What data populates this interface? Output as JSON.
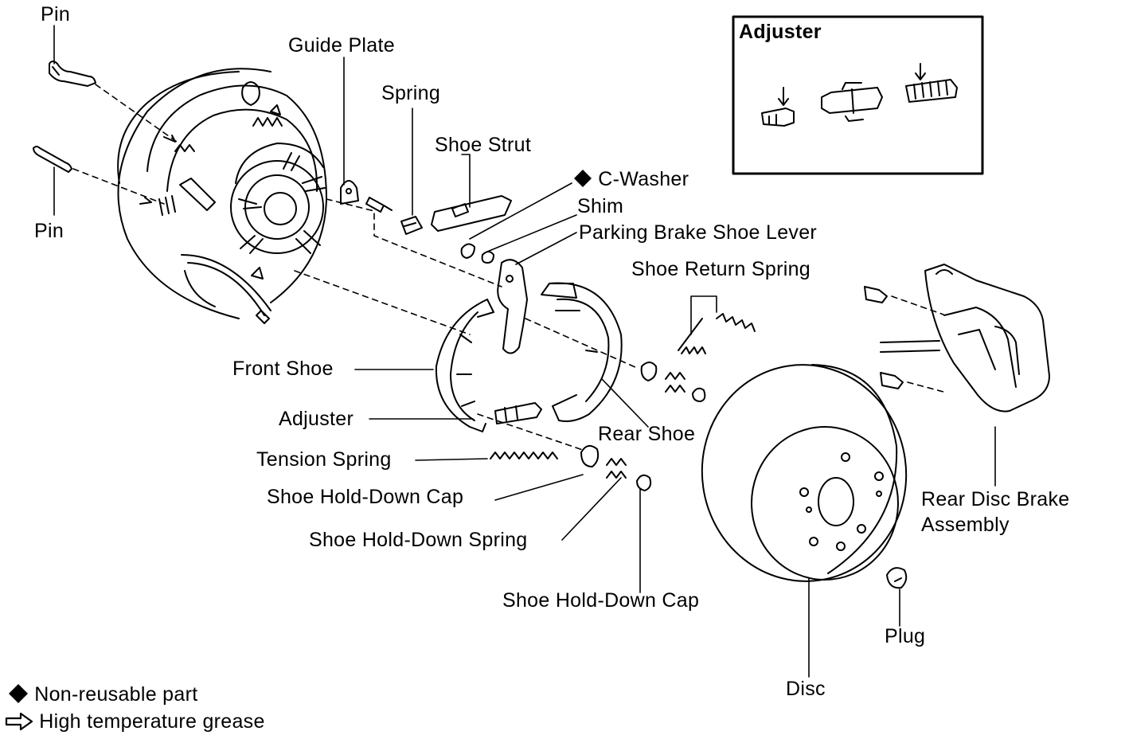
{
  "inset": {
    "title": "Adjuster"
  },
  "labels": {
    "pin_top": "Pin",
    "pin_left": "Pin",
    "guide_plate": "Guide Plate",
    "spring": "Spring",
    "shoe_strut": "Shoe Strut",
    "c_washer": "C-Washer",
    "shim": "Shim",
    "parking_brake_shoe_lever": "Parking Brake Shoe Lever",
    "shoe_return_spring": "Shoe Return Spring",
    "front_shoe": "Front Shoe",
    "adjuster": "Adjuster",
    "rear_shoe": "Rear Shoe",
    "tension_spring": "Tension Spring",
    "shoe_hold_down_cap_1": "Shoe Hold-Down Cap",
    "shoe_hold_down_spring": "Shoe Hold-Down Spring",
    "shoe_hold_down_cap_2": "Shoe Hold-Down Cap",
    "rear_disc_brake_assembly_line1": "Rear Disc Brake",
    "rear_disc_brake_assembly_line2": "Assembly",
    "plug": "Plug",
    "disc": "Disc"
  },
  "legend": {
    "non_reusable": "Non-reusable part",
    "grease": "High temperature grease"
  },
  "icons": {
    "non_reusable": "diamond-icon",
    "grease": "hollow-arrow-icon"
  }
}
